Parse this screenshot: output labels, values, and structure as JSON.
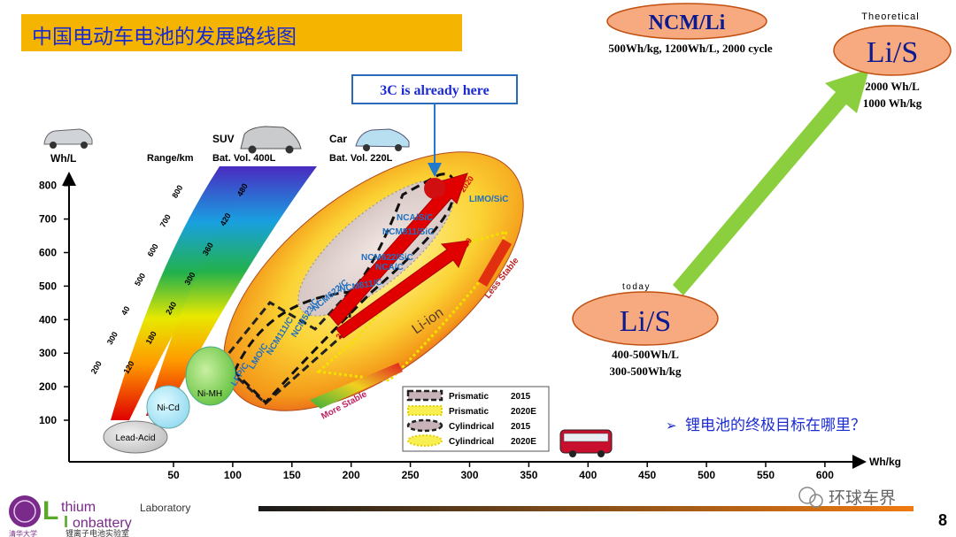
{
  "slide": {
    "title": "中国电动车电池的发展路线图",
    "page_number": "8",
    "question": "锂电池的终极目标在哪里？",
    "bullet": "➢"
  },
  "callout": {
    "label": "3C is already here"
  },
  "axes": {
    "y_label": "Wh/L",
    "x_label": "Wh/kg",
    "y_ticks": [
      "100",
      "200",
      "300",
      "400",
      "500",
      "600",
      "700",
      "800"
    ],
    "x_ticks": [
      "50",
      "100",
      "150",
      "200",
      "250",
      "300",
      "350",
      "400",
      "450",
      "500",
      "550",
      "600"
    ]
  },
  "range_header": "Range/km",
  "suv": {
    "label": "SUV",
    "volume": "Bat. Vol. 400L",
    "ticks": [
      "120",
      "180",
      "240",
      "300",
      "360",
      "420",
      "480"
    ]
  },
  "car": {
    "label": "Car",
    "volume": "Bat. Vol. 220L",
    "ticks": [
      "200",
      "300",
      "40",
      "500",
      "600",
      "700",
      "800"
    ]
  },
  "chemistries": {
    "lead_acid": "Lead-Acid",
    "ni_cd": "Ni-Cd",
    "ni_mh": "Ni-MH",
    "li_ion": "Li-ion",
    "items": [
      "LFP/C",
      "LMO/C",
      "NCM111/C",
      "NCM523/C",
      "NCM622/C",
      "NCM811/C",
      "NCM622/SiC",
      "NCA/C",
      "NCM811/SiC",
      "NCA/SiC",
      "LIMO/SiC"
    ]
  },
  "years": {
    "y2015": "2015",
    "y2020": "2020"
  },
  "stability": {
    "more": "More Stable",
    "less": "Less Stable"
  },
  "legend": {
    "items": [
      {
        "label": "Prismatic",
        "year": "2015"
      },
      {
        "label": "Prismatic",
        "year": "2020E"
      },
      {
        "label": "Cylindrical",
        "year": "2015"
      },
      {
        "label": "Cylindrical",
        "year": "2020E"
      }
    ]
  },
  "targets": {
    "ncm": {
      "label": "NCM/Li",
      "spec": "500Wh/kg, 1200Wh/L, 2000 cycle"
    },
    "lis_today": {
      "caption": "today",
      "label": "Li/S",
      "spec1": "400-500Wh/L",
      "spec2": "300-500Wh/kg"
    },
    "lis_theoretical": {
      "caption": "Theoretical",
      "label": "Li/S",
      "spec1": "2000 Wh/L",
      "spec2": "1000 Wh/kg"
    }
  },
  "logo": {
    "line1_a": "L",
    "line1_b": "thium",
    "line1_c": "Laboratory",
    "line2_a": "I",
    "line2_b": "onbattery",
    "cn": "锂离子电池实验室",
    "school": "清华大学"
  },
  "watermark": "环球车界",
  "colors": {
    "title_bg": "#f5b400",
    "title_text": "#1a2ad0",
    "chem_label": "#1f6fc0",
    "target_fill": "#f7a980",
    "target_text": "#0a1a90",
    "arrow_green": "#8ccf3e",
    "arrow_red": "#e00000",
    "callout_border": "#2a6ab8"
  }
}
